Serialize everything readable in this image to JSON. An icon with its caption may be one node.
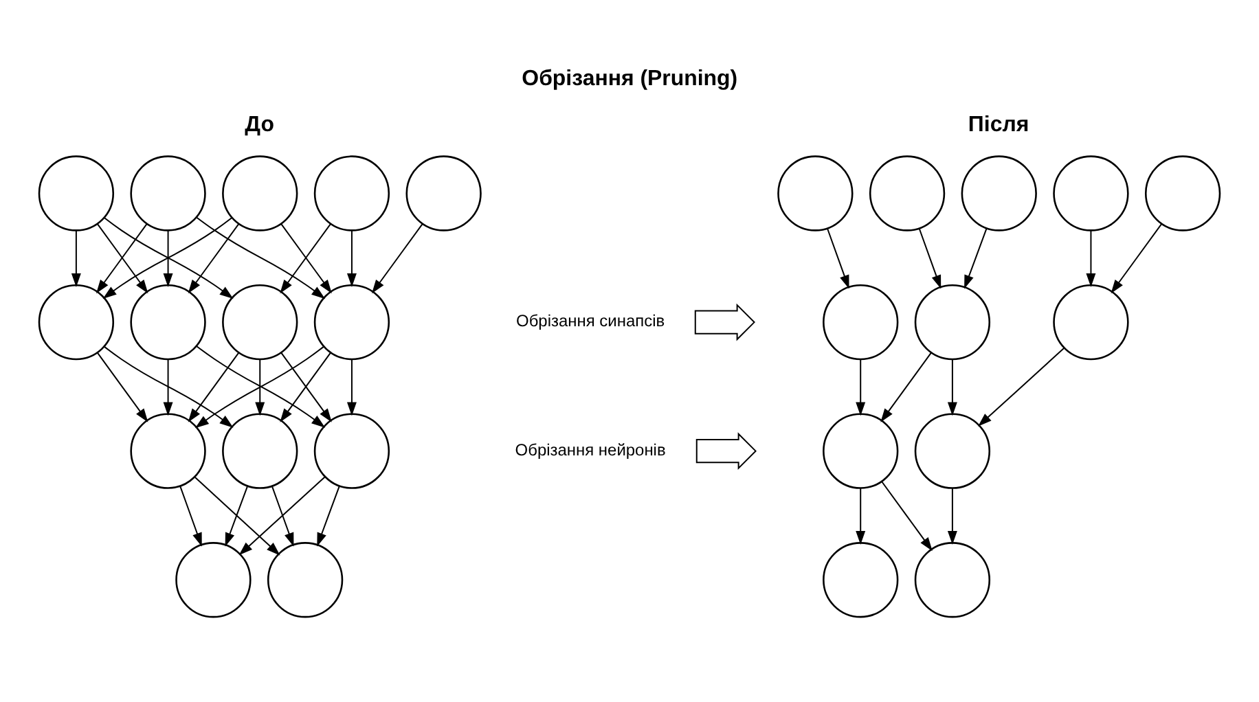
{
  "diagram": {
    "title": "Обрізання (Pruning)",
    "nodes": [
      {
        "text": [],
        "shape": "circle"
      },
      {
        "text": [],
        "shape": "circle"
      },
      {
        "text": [],
        "shape": "circle"
      },
      {
        "text": [],
        "shape": "circle"
      },
      {
        "text": [],
        "shape": "circle"
      },
      {
        "text": [],
        "shape": "circle"
      },
      {
        "text": [],
        "shape": "circle"
      },
      {
        "text": [],
        "shape": "circle"
      },
      {
        "text": [],
        "shape": "circle"
      },
      {
        "text": [],
        "shape": "circle"
      },
      {
        "text": [],
        "shape": "circle"
      },
      {
        "text": [],
        "shape": "circle"
      },
      {
        "text": [],
        "shape": "circle"
      },
      {
        "text": [],
        "shape": "circle"
      },
      {
        "text": [],
        "shape": "circle"
      },
      {
        "text": [],
        "shape": "circle"
      },
      {
        "text": [],
        "shape": "circle"
      },
      {
        "text": [],
        "shape": "circle"
      },
      {
        "text": [],
        "shape": "circle"
      },
      {
        "text": [],
        "shape": "circle"
      },
      {
        "text": [],
        "shape": "circle"
      },
      {
        "text": [],
        "shape": "circle"
      },
      {
        "text": [],
        "shape": "circle"
      },
      {
        "text": [],
        "shape": "circle"
      },
      {
        "text": [],
        "shape": "circle"
      },
      {
        "text": [],
        "shape": "circle"
      },
      {
        "text": [],
        "shape": "arrow"
      },
      {
        "text": [],
        "shape": "arrow"
      }
    ],
    "edges": [
      {
        "from": 0,
        "to": 5,
        "arrow": "to"
      },
      {
        "from": 0,
        "to": 6,
        "arrow": "to"
      },
      {
        "from": 0,
        "to": 7,
        "arrow": "to"
      },
      {
        "from": 1,
        "to": 8,
        "arrow": "to"
      },
      {
        "from": 2,
        "to": 5,
        "arrow": "to"
      },
      {
        "from": 2,
        "to": 6,
        "arrow": "to"
      },
      {
        "from": 2,
        "to": 8,
        "arrow": "to"
      },
      {
        "from": 3,
        "to": 7,
        "arrow": "to"
      },
      {
        "from": 3,
        "to": 8,
        "arrow": "to"
      },
      {
        "from": 4,
        "to": 5,
        "arrow": "to"
      },
      {
        "from": 4,
        "to": 6,
        "arrow": "to"
      },
      {
        "from": 4,
        "to": 8,
        "arrow": "to"
      },
      {
        "from": 5,
        "to": 9,
        "arrow": "to"
      },
      {
        "from": 5,
        "to": 11,
        "arrow": "to"
      },
      {
        "from": 6,
        "to": 9,
        "arrow": "to"
      },
      {
        "from": 6,
        "to": 10,
        "arrow": "to"
      },
      {
        "from": 7,
        "to": 9,
        "arrow": "to"
      },
      {
        "from": 7,
        "to": 10,
        "arrow": "to"
      },
      {
        "from": 7,
        "to": 11,
        "arrow": "to"
      },
      {
        "from": 8,
        "to": 9,
        "arrow": "to"
      },
      {
        "from": 8,
        "to": 10,
        "arrow": "to"
      },
      {
        "from": 8,
        "to": 11,
        "arrow": "to"
      },
      {
        "from": 9,
        "to": 12,
        "arrow": "to"
      },
      {
        "from": 9,
        "to": 13,
        "arrow": "to"
      },
      {
        "from": 10,
        "to": 12,
        "arrow": "to"
      },
      {
        "from": 10,
        "to": 13,
        "arrow": "to"
      },
      {
        "from": 11,
        "to": 12,
        "arrow": "to"
      },
      {
        "from": 11,
        "to": 13,
        "arrow": "to"
      },
      {
        "from": 14,
        "to": 19,
        "arrow": "to"
      },
      {
        "from": 15,
        "to": 21,
        "arrow": "to"
      },
      {
        "from": 16,
        "to": 19,
        "arrow": "to"
      },
      {
        "from": 17,
        "to": 20,
        "arrow": "to"
      },
      {
        "from": 18,
        "to": 21,
        "arrow": "to"
      },
      {
        "from": 19,
        "to": 22,
        "arrow": "to"
      },
      {
        "from": 19,
        "to": 23,
        "arrow": "to"
      },
      {
        "from": 20,
        "to": 22,
        "arrow": "to"
      },
      {
        "from": 21,
        "to": 23,
        "arrow": "to"
      },
      {
        "from": 22,
        "to": 24,
        "arrow": "to"
      },
      {
        "from": 22,
        "to": 25,
        "arrow": "to"
      },
      {
        "from": 23,
        "to": 24,
        "arrow": "to"
      }
    ],
    "labels": [
      "До",
      "Після",
      "Обрізання синапсів",
      "Обрізання нейронів"
    ]
  }
}
